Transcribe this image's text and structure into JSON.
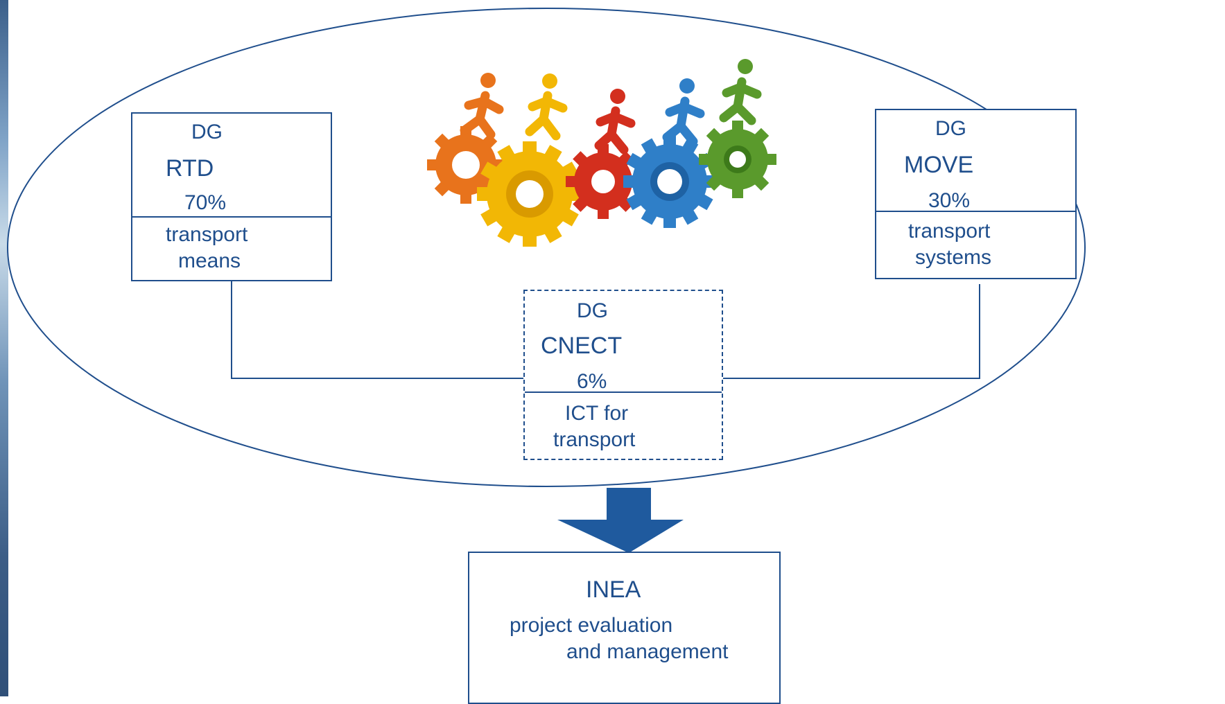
{
  "colors": {
    "primary": "#1f4e8c",
    "arrow": "#1f5a9e",
    "gear_orange": "#e8731c",
    "gear_yellow": "#f2b705",
    "gear_red": "#d32f1e",
    "gear_blue": "#2f7fc8",
    "gear_green": "#5a9a2c"
  },
  "illustration": {
    "icon": "gears-with-running-figures"
  },
  "units": {
    "rtd": {
      "prefix": "DG",
      "name": "RTD",
      "share": "70%",
      "focus": [
        "transport",
        "means"
      ]
    },
    "move": {
      "prefix": "DG",
      "name": "MOVE",
      "share": "30%",
      "focus": [
        "transport",
        "systems"
      ]
    },
    "cnect": {
      "prefix": "DG",
      "name": "CNECT",
      "share": "6%",
      "focus": [
        "ICT for",
        "transport"
      ]
    }
  },
  "agency": {
    "name": "INEA",
    "role": [
      "project evaluation",
      "and management"
    ]
  }
}
